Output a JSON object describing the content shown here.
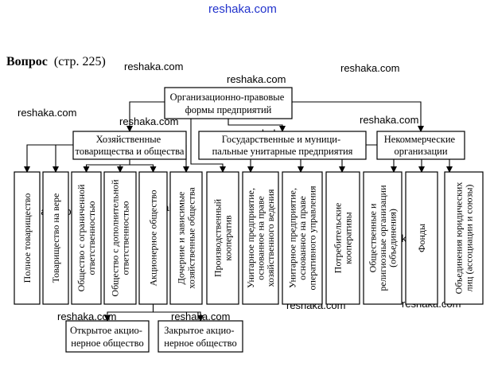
{
  "watermark": "reshaka.com",
  "question": {
    "bold": "Вопрос",
    "rest": "(стр. 225)"
  },
  "root": {
    "lines": [
      "Организационно-правовые",
      "формы предприятий"
    ]
  },
  "groups": [
    {
      "lines": [
        "Хозяйственные",
        "товарищества и общества"
      ]
    },
    {
      "lines": [
        "Государственные и муници-",
        "пальные унитарные предприятия"
      ]
    },
    {
      "lines": [
        "Некоммерческие",
        "организации"
      ]
    }
  ],
  "leaves": [
    {
      "lines": [
        "Полное товарищество"
      ]
    },
    {
      "lines": [
        "Товарищество на вере"
      ]
    },
    {
      "lines": [
        "Общество с ограниченной",
        "ответственностью"
      ]
    },
    {
      "lines": [
        "Общество с дополнительной",
        "ответственностью"
      ]
    },
    {
      "lines": [
        "Акционерное общество"
      ]
    },
    {
      "lines": [
        "Дочерние и зависимые",
        "хозяйственные общества"
      ]
    },
    {
      "lines": [
        "Производственный",
        "кооператив"
      ]
    },
    {
      "lines": [
        "Унитарное предприятие,",
        "основанное на праве",
        "хозяйственного ведения"
      ]
    },
    {
      "lines": [
        "Унитарное предприятие,",
        "основанное на праве",
        "оперативного управления"
      ]
    },
    {
      "lines": [
        "Потребительские",
        "кооперативы"
      ]
    },
    {
      "lines": [
        "Общественные и",
        "религиозные организации",
        "(объединения)"
      ]
    },
    {
      "lines": [
        "Фонды"
      ]
    },
    {
      "lines": [
        "Объединения юридических",
        "лиц (ассоциации и союзы)"
      ]
    }
  ],
  "sub": [
    {
      "lines": [
        "Открытое акцио-",
        "нерное общество"
      ]
    },
    {
      "lines": [
        "Закрытое акцио-",
        "нерное общество"
      ]
    }
  ]
}
